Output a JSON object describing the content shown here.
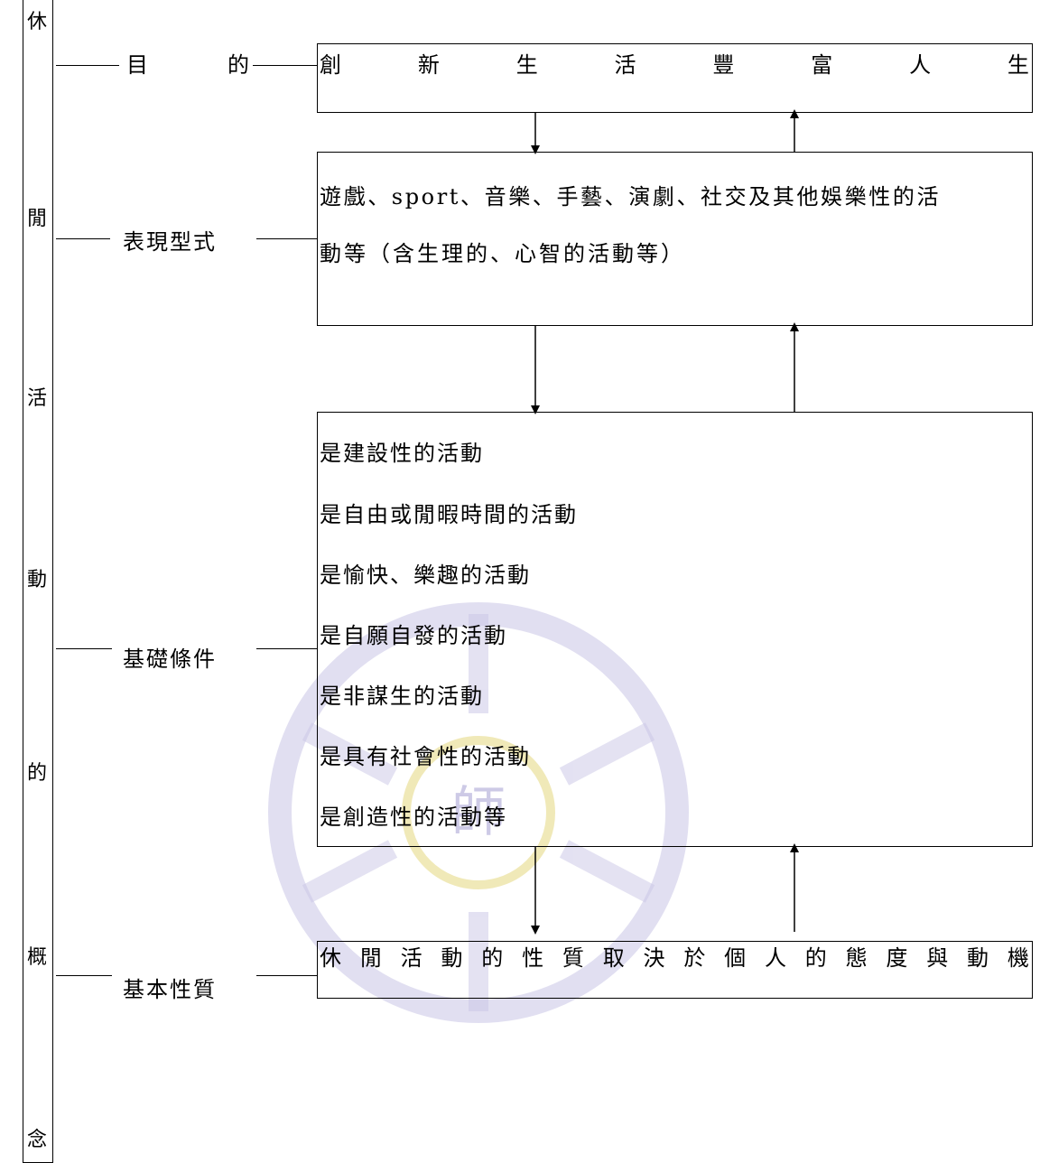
{
  "concept_chars": [
    "休",
    "閒",
    "活",
    "動",
    "的",
    "概",
    "念"
  ],
  "purpose": {
    "label_left": "目",
    "label_right": "的",
    "content_chars": [
      "創",
      "新",
      "生",
      "活",
      "豐",
      "富",
      "人",
      "生"
    ]
  },
  "expression": {
    "label": "表現型式",
    "content_lines": [
      "遊戲、sport、音樂、手藝、演劇、社交及其他娛樂性的活",
      "動等（含生理的、心智的活動等）"
    ]
  },
  "basic_conditions": {
    "label": "基礎條件",
    "items": [
      "是建設性的活動",
      "是自由或閒暇時間的活動",
      "是愉快、樂趣的活動",
      "是自願自發的活動",
      "是非謀生的活動",
      "是具有社會性的活動",
      "是創造性的活動等"
    ]
  },
  "basic_nature": {
    "label": "基本性質",
    "content_chars": [
      "休",
      "閒",
      "活",
      "動",
      "的",
      "性",
      "質",
      "取",
      "決",
      "於",
      "個",
      "人",
      "的",
      "態",
      "度",
      "與",
      "動",
      "機"
    ]
  },
  "watermark": {
    "text": "師",
    "color": "#b9b4dc"
  }
}
